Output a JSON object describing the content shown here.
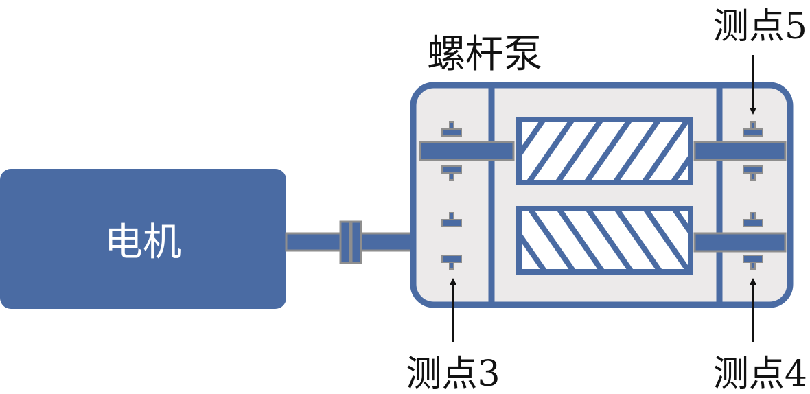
{
  "labels": {
    "motor": "电机",
    "pump": "螺杆泵",
    "point3": "测点3",
    "point4": "测点4",
    "point5": "测点5"
  },
  "colors": {
    "primary_blue": "#4a6ba3",
    "casing_fill": "#eceaea",
    "shaft_outline": "#8e8e8e",
    "text": "#111111",
    "arrow": "#111111"
  }
}
